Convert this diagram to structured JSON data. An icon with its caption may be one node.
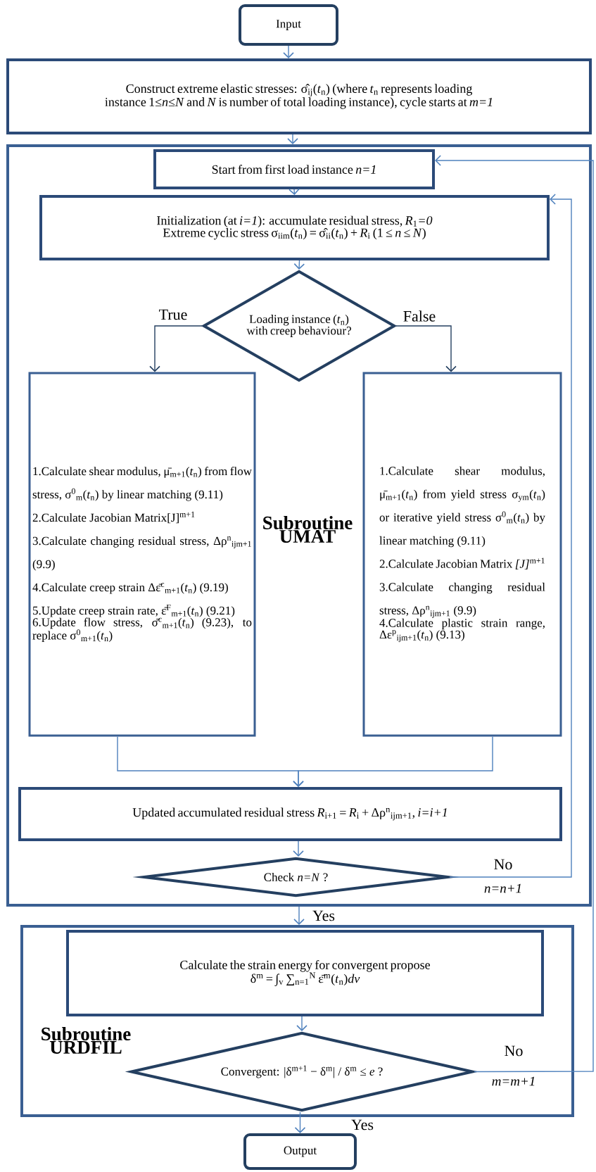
{
  "diagram": {
    "nodes": [
      {
        "text": [
          "Input"
        ]
      },
      {
        "text": [
          "Construct extreme elastic stresses: σ̂$_{ij}$(*t*$_{n}$) (where *t*$_{n}$ represents loading instance 1≤*n*≤*N* and *N* is number of total loading instance), cycle starts at *m=1*"
        ]
      },
      {
        "text": [
          "Subroutine UMAT"
        ]
      },
      {
        "text": [
          "Start from first load instance *n=1*"
        ],
        "in": 2
      },
      {
        "text": [
          "Initialization (at *i=1*): accumulate residual stress, *R*$_{1}$*=0*",
          "Extreme cyclic stress σ$_{iim}$(*t*$_{n}$) = σ̂$_{ii}$(*t*$_{n}$) + *R*$_{i}$ (1 ≤ *n* ≤ *N*)"
        ],
        "in": 2
      },
      {
        "text": [
          "Loading instance (*t*$_{n}$) with creep behaviour?"
        ],
        "in": 2
      },
      {
        "text": [
          "1.Calculate shear modulus, μ̄$_{m+1}$(*t*$_{n}$) from flow stress, σ$^{0}$$_{m}$(*t*$_{n}$) by linear matching (9.11)",
          "2.Calculate Jacobian Matrix[J]$^{m+1}$",
          "3.Calculate changing residual stress, Δρ$^{n}$$_{ijm+1}$ (9.9)",
          "4.Calculate creep strain Δε̄$^{c}$$_{m+1}$(*t*$_{n}$) (9.19)",
          "5.Update creep strain rate, ε̄$^{F}$$_{m+1}$(*t*$_{n}$) (9.21)",
          "6.Update flow stress, σ̄$^{c}$$_{m+1}$(*t*$_{n}$) (9.23), to replace σ$^{0}$$_{m+1}$(*t*$_{n}$)"
        ],
        "in": 2
      },
      {
        "text": [
          "1.Calculate shear modulus, μ̄$_{m+1}$(*t*$_{n}$) from yield stress σ$_{ym}$(*t*$_{n}$) or iterative yield stress σ$^{0}$$_{m}$(*t*$_{n}$) by linear matching (9.11)",
          "2.Calculate Jacobian Matrix *[J]*$^{m+1}$",
          "3.Calculate changing residual stress, Δρ$^{n}$$_{ijm+1}$ (9.9)",
          "4.Calculate plastic strain range, Δε$^{p}$$_{ijm+1}$(*t*$_{n}$) (9.13)"
        ],
        "in": 2
      },
      {
        "text": [
          "Updated accumulated residual stress *R*$_{i+1}$ = *R*$_{i}$ + Δρ$^{n}$$_{ijm+1}$, *i=i+1*"
        ],
        "in": 2
      },
      {
        "text": [
          "Check *n=N* ?"
        ],
        "in": 2
      },
      {
        "text": [
          "Subroutine URDFIL"
        ]
      },
      {
        "text": [
          "Calculate the strain energy for convergent propose",
          "δ$^{m}$ = ∫$_{v}$ ∑$_{n=1}$$^{N}$ ε̄$^{m}$(*t*$_{n}$)*dv*"
        ],
        "in": 10
      },
      {
        "text": [
          "Convergent: |δ$^{m+1}$ − δ$^{m}$| / δ$^{m}$ ≤ *e* ?"
        ],
        "in": 10
      },
      {
        "text": [
          "Output"
        ]
      }
    ],
    "edges": [
      {
        "from": 0,
        "to": 1,
        "arrow": "to"
      },
      {
        "from": 1,
        "to": 2,
        "arrow": "to"
      },
      {
        "from": 3,
        "to": 4,
        "arrow": "to"
      },
      {
        "from": 4,
        "to": 5,
        "arrow": "to"
      },
      {
        "from": 5,
        "to": 6,
        "arrow": "to",
        "label": "True",
        "color": "#243f60"
      },
      {
        "from": 5,
        "to": 7,
        "arrow": "to",
        "label": "False",
        "color": "#243f60"
      },
      {
        "from": 6,
        "to": 8,
        "arrow": "to"
      },
      {
        "from": 7,
        "to": 8,
        "arrow": "to"
      },
      {
        "from": 8,
        "to": 9,
        "arrow": "to"
      },
      {
        "from": 9,
        "to": 4,
        "arrow": "to",
        "label": "No"
      },
      {
        "from": 2,
        "to": 10,
        "arrow": "to",
        "label": "Yes"
      },
      {
        "from": 11,
        "to": 12,
        "arrow": "to"
      },
      {
        "from": 12,
        "to": 13,
        "arrow": "to",
        "label": "Yes"
      },
      {
        "from": 12,
        "to": 3,
        "arrow": "to",
        "label": "No"
      }
    ],
    "labels": [
      "*n=n+1*",
      "*m=m+1*"
    ]
  }
}
